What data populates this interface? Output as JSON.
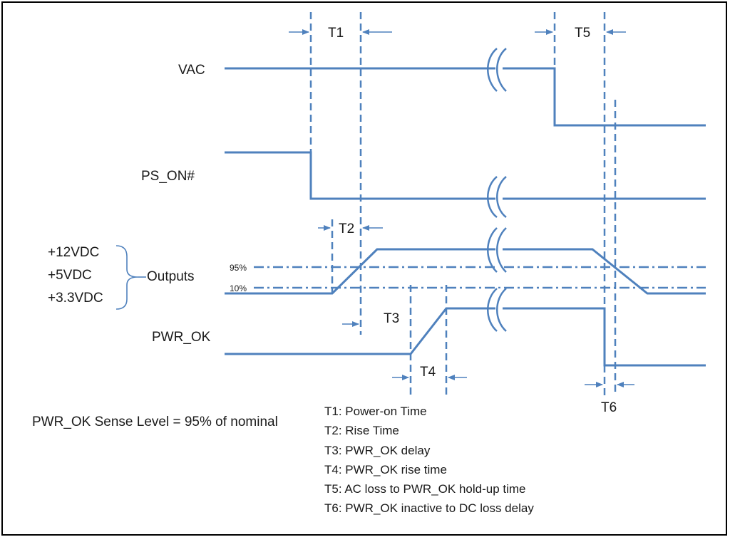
{
  "signals": {
    "vac": "VAC",
    "ps_on": "PS_ON#",
    "outputs": "Outputs",
    "rail_12v": "+12VDC",
    "rail_5v": "+5VDC",
    "rail_3v3": "+3.3VDC",
    "pwr_ok": "PWR_OK"
  },
  "levels": {
    "high": "95%",
    "low": "10%"
  },
  "intervals": {
    "t1": "T1",
    "t2": "T2",
    "t3": "T3",
    "t4": "T4",
    "t5": "T5",
    "t6": "T6"
  },
  "sense_note": "PWR_OK Sense Level = 95% of nominal",
  "legend": [
    "T1: Power-on Time",
    "T2: Rise Time",
    "T3: PWR_OK delay",
    "T4: PWR_OK rise time",
    "T5: AC loss to PWR_OK hold-up time",
    "T6: PWR_OK inactive to DC loss delay"
  ],
  "colors": {
    "signal": "#4f81bd",
    "border": "#000000"
  }
}
